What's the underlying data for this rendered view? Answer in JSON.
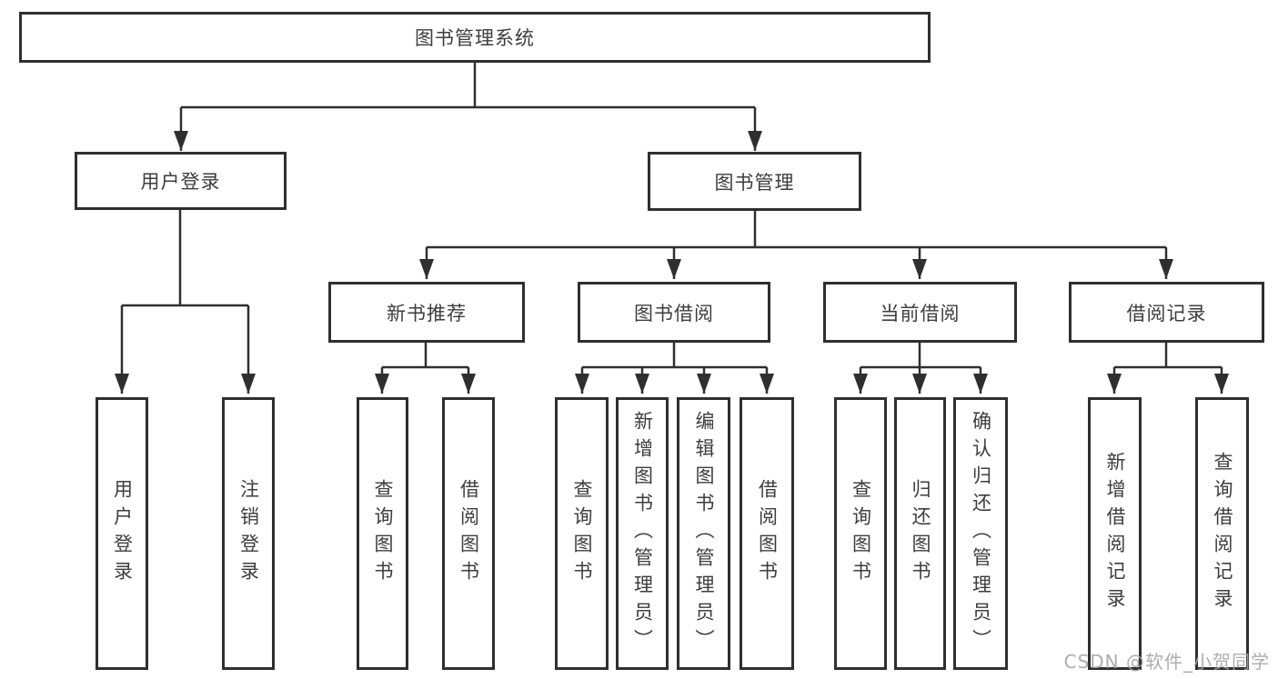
{
  "tree": {
    "label": "图书管理系统",
    "children": [
      {
        "label": "用户登录",
        "children": [
          {
            "label": "用户登录"
          },
          {
            "label": "注销登录"
          }
        ]
      },
      {
        "label": "图书管理",
        "children": [
          {
            "label": "新书推荐",
            "children": [
              {
                "label": "查询图书"
              },
              {
                "label": "借阅图书"
              }
            ]
          },
          {
            "label": "图书借阅",
            "children": [
              {
                "label": "查询图书"
              },
              {
                "label": "新增图书（管理员）"
              },
              {
                "label": "编辑图书（管理员）"
              },
              {
                "label": "借阅图书"
              }
            ]
          },
          {
            "label": "当前借阅",
            "children": [
              {
                "label": "查询图书"
              },
              {
                "label": "归还图书"
              },
              {
                "label": "确认归还（管理员）"
              }
            ]
          },
          {
            "label": "借阅记录",
            "children": [
              {
                "label": "新增借阅记录"
              },
              {
                "label": "查询借阅记录"
              }
            ]
          }
        ]
      }
    ]
  },
  "watermark": "CSDN @软件_小贺同学",
  "colors": {
    "line": "#2f2f2f",
    "text": "#3d3d3d",
    "box_background": "#ffffff",
    "watermark": "#a4a4a4",
    "background": "#ffffff"
  }
}
